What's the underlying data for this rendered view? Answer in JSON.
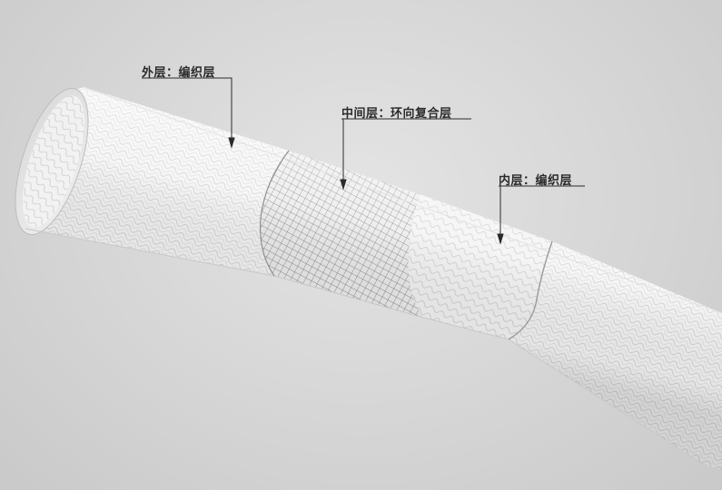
{
  "labels": {
    "outer": "外层：编织层",
    "middle": "中间层：环向复合层",
    "inner": "内层：编织层"
  },
  "colors": {
    "background": "#d6d6d6",
    "hose_surface": "#f4f4f4",
    "mesh_lines": "#6e6e6e",
    "leader_lines": "#2a2a2a"
  }
}
